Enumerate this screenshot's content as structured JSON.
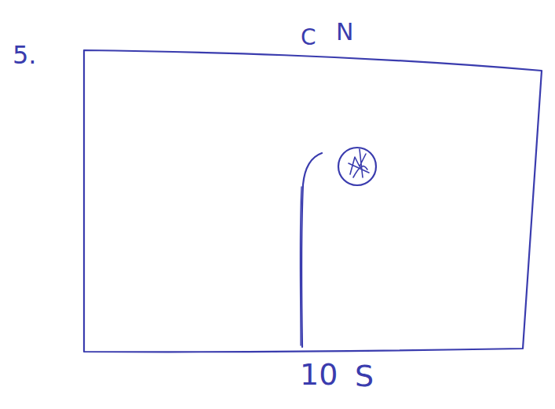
{
  "diagram": {
    "labels": [
      "5.",
      "C",
      "N",
      "10",
      "S"
    ]
  }
}
